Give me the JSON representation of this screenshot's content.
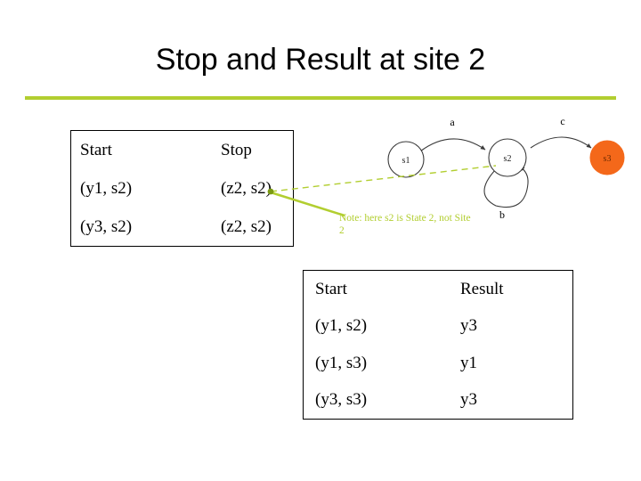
{
  "slide": {
    "title": "Stop and Result at site 2",
    "rule_color": "#b2ce30"
  },
  "table_stop": {
    "headers": [
      "Start",
      "Stop"
    ],
    "rows": [
      [
        "(y1, s2)",
        "(z2, s2)"
      ],
      [
        "(y3, s2)",
        "(z2, s2)"
      ]
    ]
  },
  "table_result": {
    "headers": [
      "Start",
      "Result"
    ],
    "rows": [
      [
        "(y1, s2)",
        "y3"
      ],
      [
        "(y1, s3)",
        "y1"
      ],
      [
        "(y3, s3)",
        "y3"
      ]
    ]
  },
  "diagram": {
    "states": [
      {
        "id": "s1",
        "label": "s1",
        "fill": "#ffffff"
      },
      {
        "id": "s2",
        "label": "s2",
        "fill": "#ffffff"
      },
      {
        "id": "s3",
        "label": "s3",
        "fill": "#f4681a"
      }
    ],
    "transitions": [
      {
        "from": "s1",
        "to": "s2",
        "label": "a"
      },
      {
        "from": "s2",
        "to": "s2",
        "label": "b"
      },
      {
        "from": "s2",
        "to": "s3",
        "label": "c"
      }
    ]
  },
  "annotation": {
    "text": "Note: here s2 is State 2, not Site 2",
    "color": "#b2ce30"
  }
}
